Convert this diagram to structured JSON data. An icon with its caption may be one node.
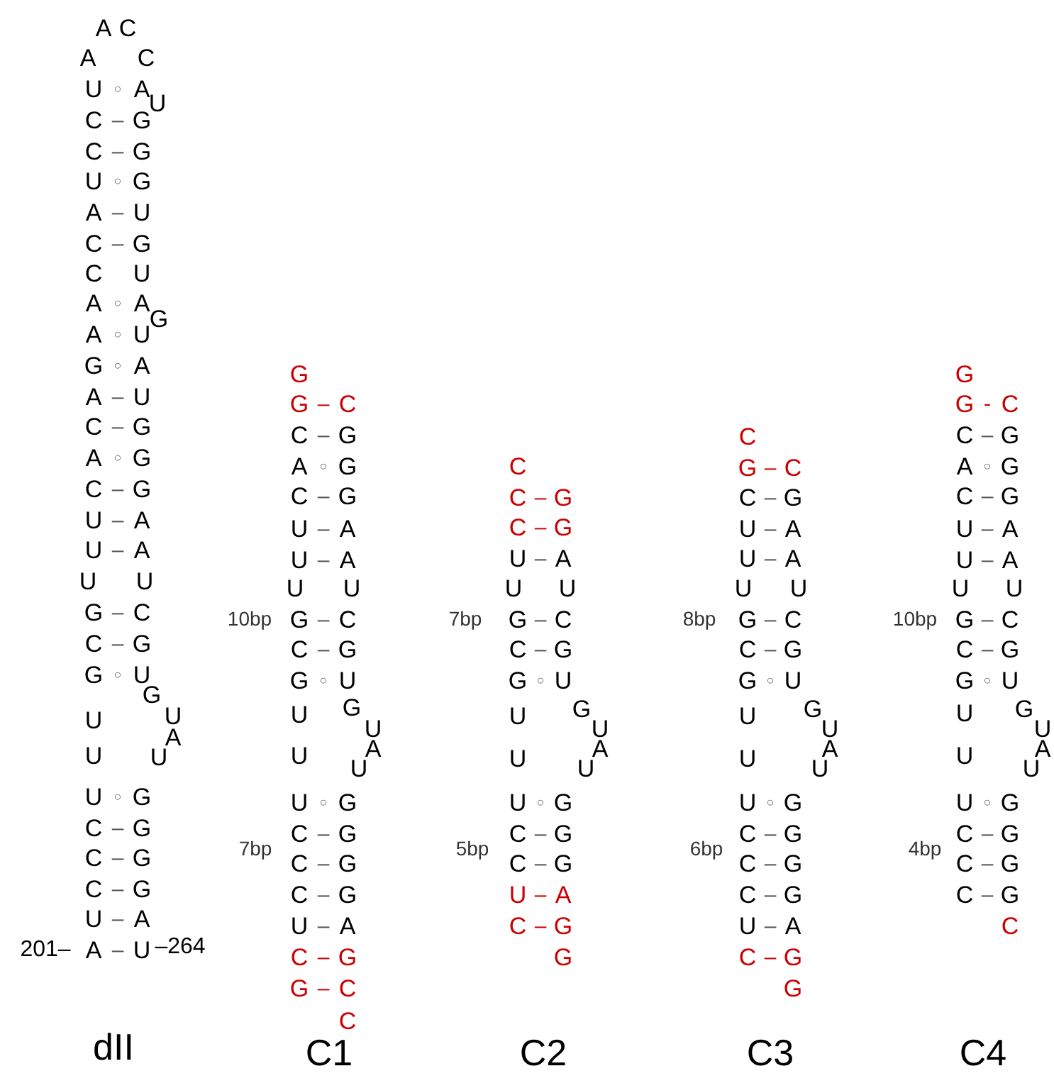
{
  "diagram": {
    "labels": [
      "A",
      "C",
      "A",
      "C",
      "U",
      "○",
      "A",
      "U",
      "C",
      "–",
      "G",
      "C",
      "–",
      "G",
      "U",
      "○",
      "G",
      "A",
      "–",
      "U",
      "C",
      "–",
      "G",
      "C",
      "U",
      "A",
      "○",
      "A",
      "G",
      "A",
      "○",
      "U",
      "G",
      "○",
      "A",
      "A",
      "–",
      "U",
      "C",
      "–",
      "G",
      "A",
      "○",
      "G",
      "C",
      "–",
      "G",
      "U",
      "–",
      "A",
      "U",
      "–",
      "A",
      "U",
      "U",
      "G",
      "–",
      "C",
      "C",
      "–",
      "G",
      "G",
      "○",
      "U",
      "G",
      "U",
      "U",
      "A",
      "U",
      "U",
      "U",
      "○",
      "G",
      "C",
      "–",
      "G",
      "C",
      "–",
      "G",
      "C",
      "–",
      "G",
      "U",
      "–",
      "A",
      "201–",
      "A",
      "–",
      "U",
      "–264",
      "G",
      "G",
      "–",
      "C",
      "C",
      "–",
      "G",
      "A",
      "○",
      "G",
      "C",
      "–",
      "G",
      "U",
      "–",
      "A",
      "U",
      "–",
      "A",
      "U",
      "U",
      "10bp",
      "G",
      "–",
      "C",
      "C",
      "–",
      "G",
      "G",
      "○",
      "U",
      "U",
      "G",
      "U",
      "A",
      "U",
      "U",
      "U",
      "○",
      "G",
      "C",
      "–",
      "G",
      "7bp",
      "C",
      "–",
      "G",
      "C",
      "–",
      "G",
      "U",
      "–",
      "A",
      "C",
      "–",
      "G",
      "G",
      "–",
      "C",
      "C",
      "C",
      "C",
      "–",
      "G",
      "C",
      "–",
      "G",
      "U",
      "–",
      "A",
      "U",
      "U",
      "7bp",
      "G",
      "–",
      "C",
      "C",
      "–",
      "G",
      "G",
      "○",
      "U",
      "U",
      "G",
      "U",
      "A",
      "U",
      "U",
      "U",
      "○",
      "G",
      "C",
      "–",
      "G",
      "5bp",
      "C",
      "–",
      "G",
      "U",
      "–",
      "A",
      "C",
      "–",
      "G",
      "G",
      "C",
      "G",
      "–",
      "C",
      "C",
      "–",
      "G",
      "U",
      "–",
      "A",
      "U",
      "–",
      "A",
      "U",
      "U",
      "8bp",
      "G",
      "–",
      "C",
      "C",
      "–",
      "G",
      "G",
      "○",
      "U",
      "U",
      "G",
      "U",
      "A",
      "U",
      "U",
      "U",
      "○",
      "G",
      "C",
      "–",
      "G",
      "6bp",
      "C",
      "–",
      "G",
      "C",
      "–",
      "G",
      "U",
      "–",
      "A",
      "C",
      "–",
      "G",
      "G",
      "G",
      "G",
      "-",
      "C",
      "C",
      "–",
      "G",
      "A",
      "○",
      "G",
      "C",
      "–",
      "G",
      "U",
      "–",
      "A",
      "U",
      "–",
      "A",
      "U",
      "U",
      "10bp",
      "G",
      "–",
      "C",
      "C",
      "–",
      "G",
      "G",
      "○",
      "U",
      "U",
      "G",
      "U",
      "A",
      "U",
      "U",
      "U",
      "○",
      "G",
      "C",
      "–",
      "G",
      "4bp",
      "C",
      "–",
      "G",
      "C",
      "–",
      "G",
      "C",
      "dII",
      "C1",
      "C2",
      "C3",
      "C4"
    ]
  }
}
